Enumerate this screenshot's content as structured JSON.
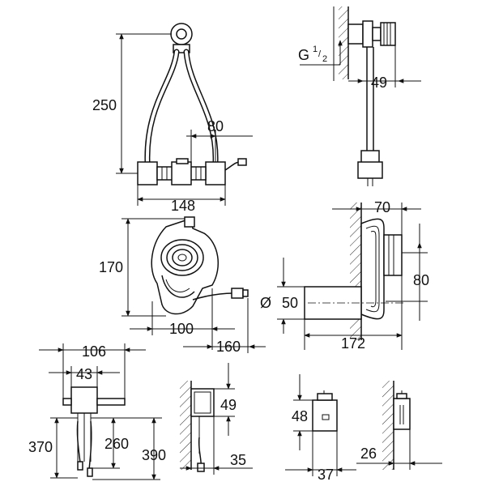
{
  "dimensions": {
    "hose_height": "250",
    "hose_spacing": "80",
    "valve_width": "148",
    "thread_main": "G",
    "thread_num": "1",
    "thread_den": "2",
    "thread_offset": "49",
    "outlet_depth": "70",
    "outlet_diameter": "80",
    "outlet_tube_diameter": "50",
    "outlet_length": "172",
    "siphon_height": "170",
    "siphon_width": "100",
    "cable_length": "160",
    "mount_width": "106",
    "mount_inner": "43",
    "mount_total": "370",
    "mount_mid": "260",
    "mount_low": "390",
    "box_depth": "49",
    "box_offset": "35",
    "module_height": "48",
    "module_width": "37",
    "module_depth": "26"
  },
  "colors": {
    "line": "#111111",
    "background": "#ffffff"
  }
}
